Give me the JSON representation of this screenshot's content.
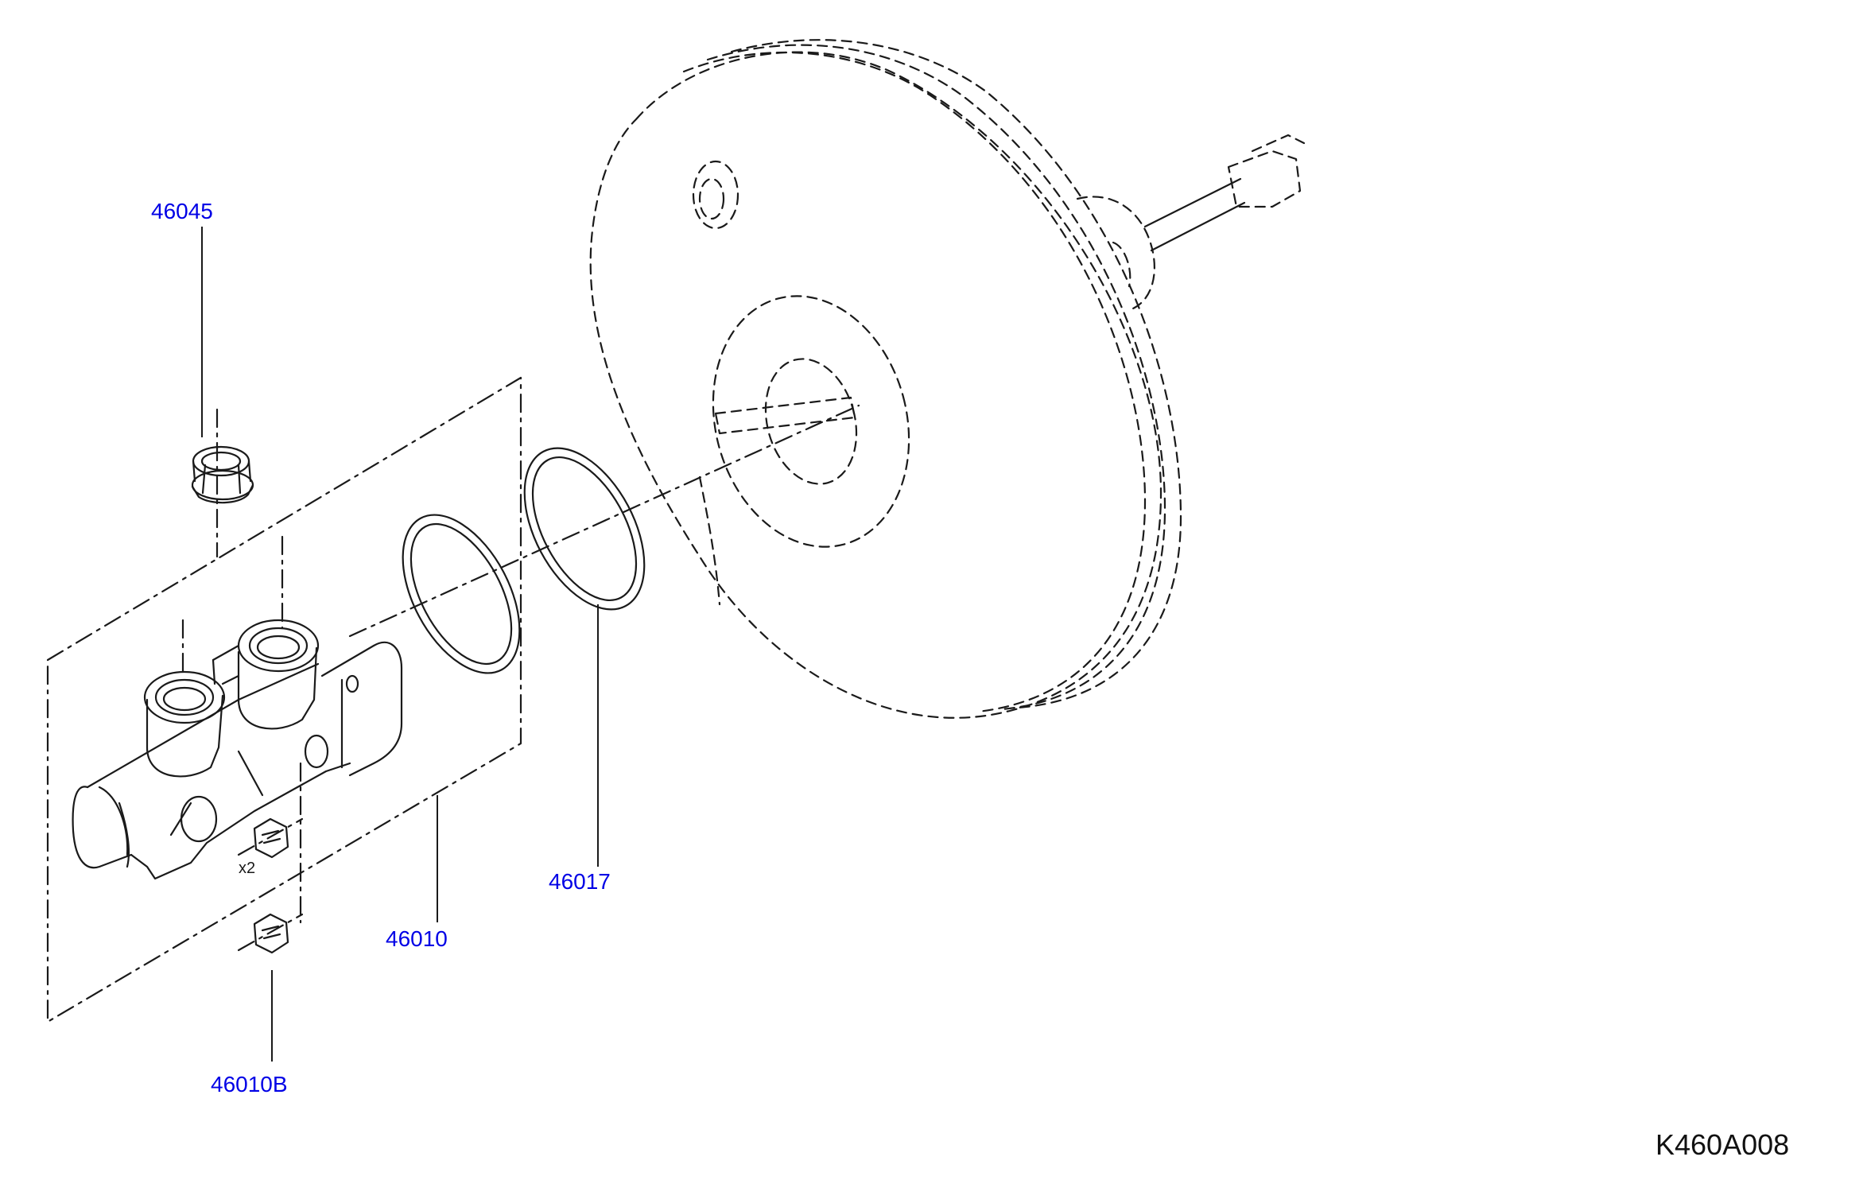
{
  "diagram": {
    "code": "K460A008",
    "callouts": [
      {
        "id": "46045",
        "label": "46045"
      },
      {
        "id": "46017",
        "label": "46017"
      },
      {
        "id": "46010",
        "label": "46010"
      },
      {
        "id": "46010B",
        "label": "46010B"
      }
    ],
    "quantity_note": "x2"
  }
}
